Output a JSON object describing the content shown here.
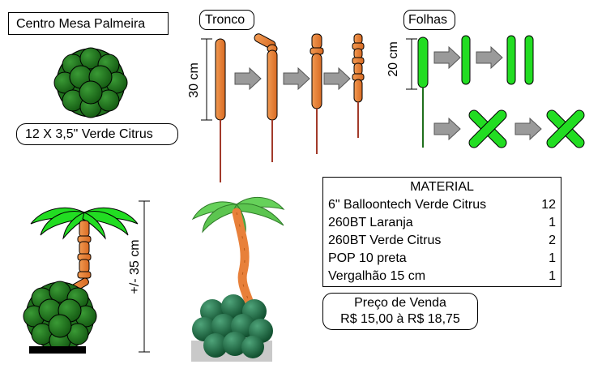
{
  "title": "Centro Mesa Palmeira",
  "balloon_count_label": "12 X 3,5\" Verde Citrus",
  "tronco_label": "Tronco",
  "folhas_label": "Folhas",
  "tronco_dimension": "30 cm",
  "folhas_dimension": "20 cm",
  "total_height": "+/- 35 cm",
  "material": {
    "header": "MATERIAL",
    "items": [
      {
        "name": "6\" Balloontech Verde Citrus",
        "qty": "12"
      },
      {
        "name": "260BT Laranja",
        "qty": "1"
      },
      {
        "name": "260BT Verde Citrus",
        "qty": "2"
      },
      {
        "name": "POP 10 preta",
        "qty": "1"
      },
      {
        "name": "Vergalhão 15 cm",
        "qty": "1"
      }
    ]
  },
  "price": {
    "label": "Preço de Venda",
    "value": "R$ 15,00 à R$ 18,75"
  },
  "colors": {
    "dark_green": "#1f6f1c",
    "bright_green": "#22dd22",
    "orange": "#e8803a",
    "arrow_grey": "#999999",
    "stick": "#a23a2a"
  }
}
